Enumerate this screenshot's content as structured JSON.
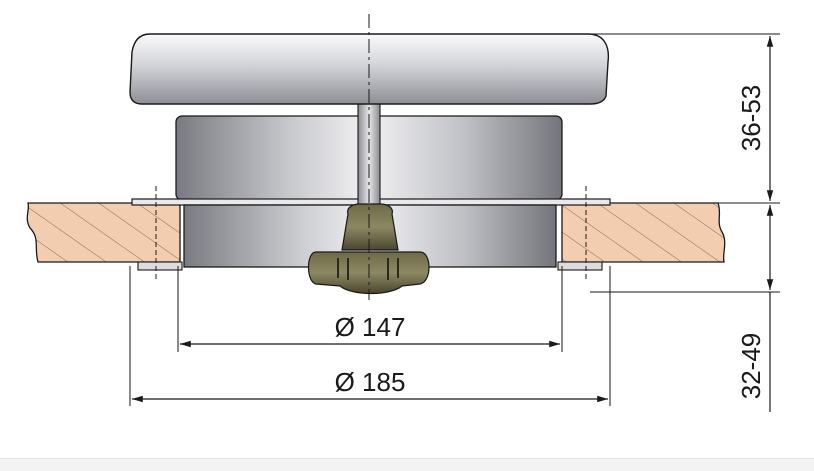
{
  "dimensions": {
    "inner_diameter": "Ø 147",
    "outer_diameter": "Ø 185",
    "cap_height": "36-53",
    "deck_thickness": "32-49"
  },
  "colors": {
    "line": "#1a1a1a",
    "cap_light": "#f4f4f6",
    "cap_dark": "#8e8f96",
    "body_light": "#eeeef0",
    "body_dark": "#777880",
    "deck_fill": "#f2cdb0",
    "deck_hatch": "#8a6a55",
    "knob_light": "#8a8660",
    "knob_dark": "#4a4630"
  }
}
